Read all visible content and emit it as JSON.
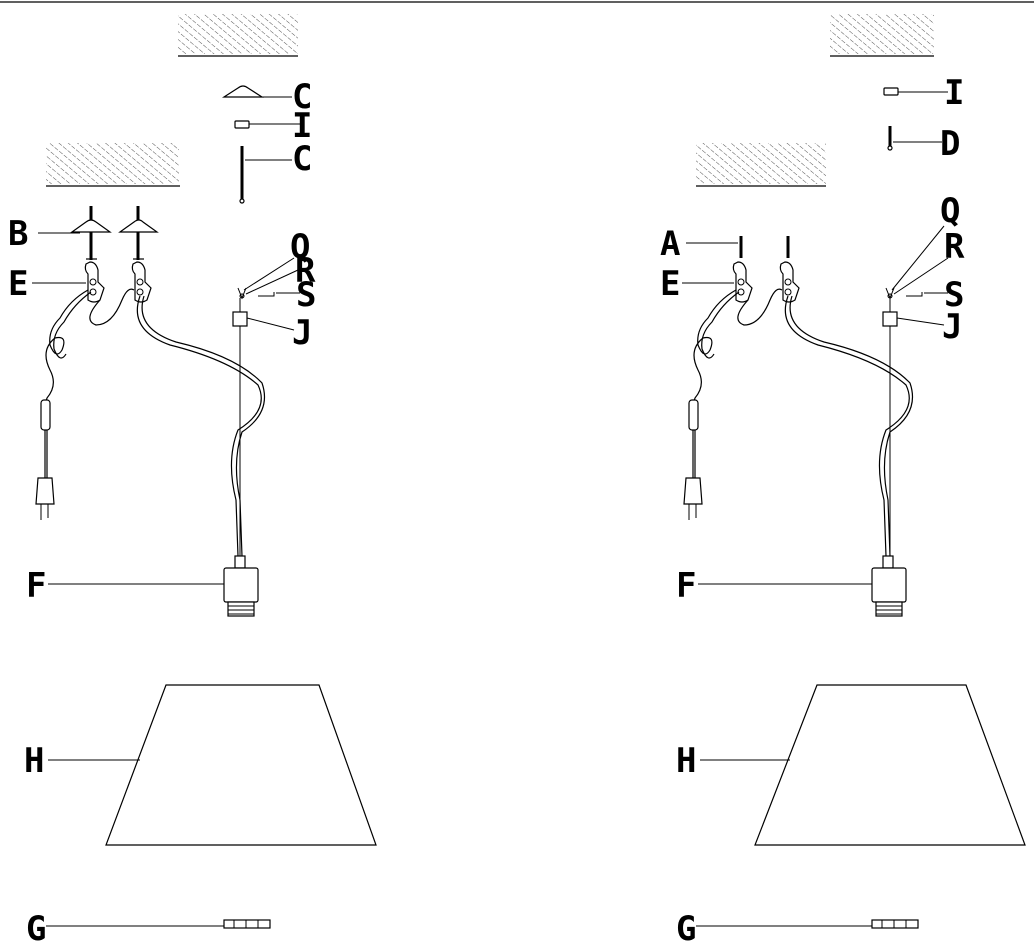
{
  "colors": {
    "line": "#000000",
    "background": "#ffffff"
  },
  "left": {
    "labels": {
      "C_top": "C",
      "I": "I",
      "C_bottom": "C",
      "B": "B",
      "E": "E",
      "Q": "Q",
      "R": "R",
      "S": "S",
      "J": "J",
      "F": "F",
      "H": "H",
      "G": "G"
    }
  },
  "right": {
    "labels": {
      "I": "I",
      "D": "D",
      "A": "A",
      "E": "E",
      "Q": "Q",
      "R": "R",
      "S": "S",
      "J": "J",
      "F": "F",
      "H": "H",
      "G": "G"
    }
  }
}
